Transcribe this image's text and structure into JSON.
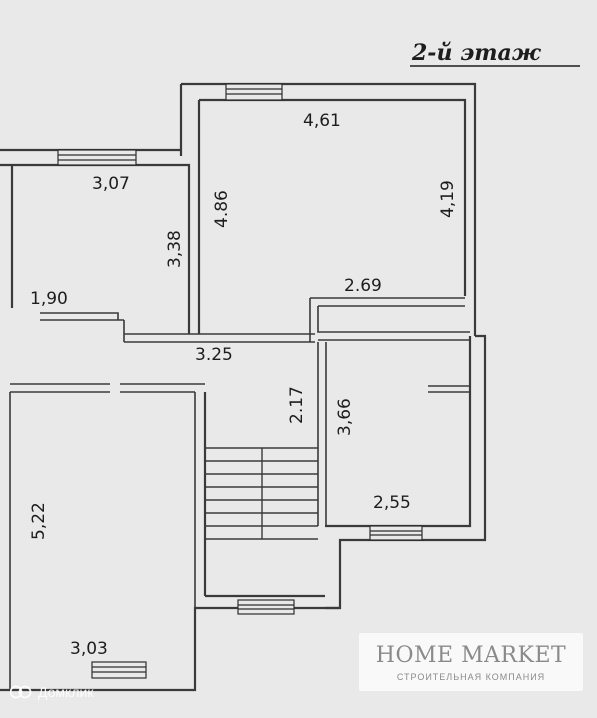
{
  "floor_title": "2-й этаж",
  "dimensions": {
    "top_room_width": "4,61",
    "top_room_right_height": "4,19",
    "top_room_left_height": "4.86",
    "left_room_width": "3,07",
    "left_room_height": "3,38",
    "small_room_width": "1,90",
    "mid_room_width": "2.69",
    "corridor_width": "3.25",
    "corridor_height": "2.17",
    "bottom_right_height": "3,66",
    "bottom_right_width": "2,55",
    "bottom_left_height": "5,22",
    "bottom_left_width": "3,03"
  },
  "brand": {
    "name": "HOME MARKET",
    "subtitle": "СТРОИТЕЛЬНАЯ КОМПАНИЯ"
  },
  "watermark": {
    "text": "Домклик",
    "icon": "domclick-logo-icon"
  }
}
